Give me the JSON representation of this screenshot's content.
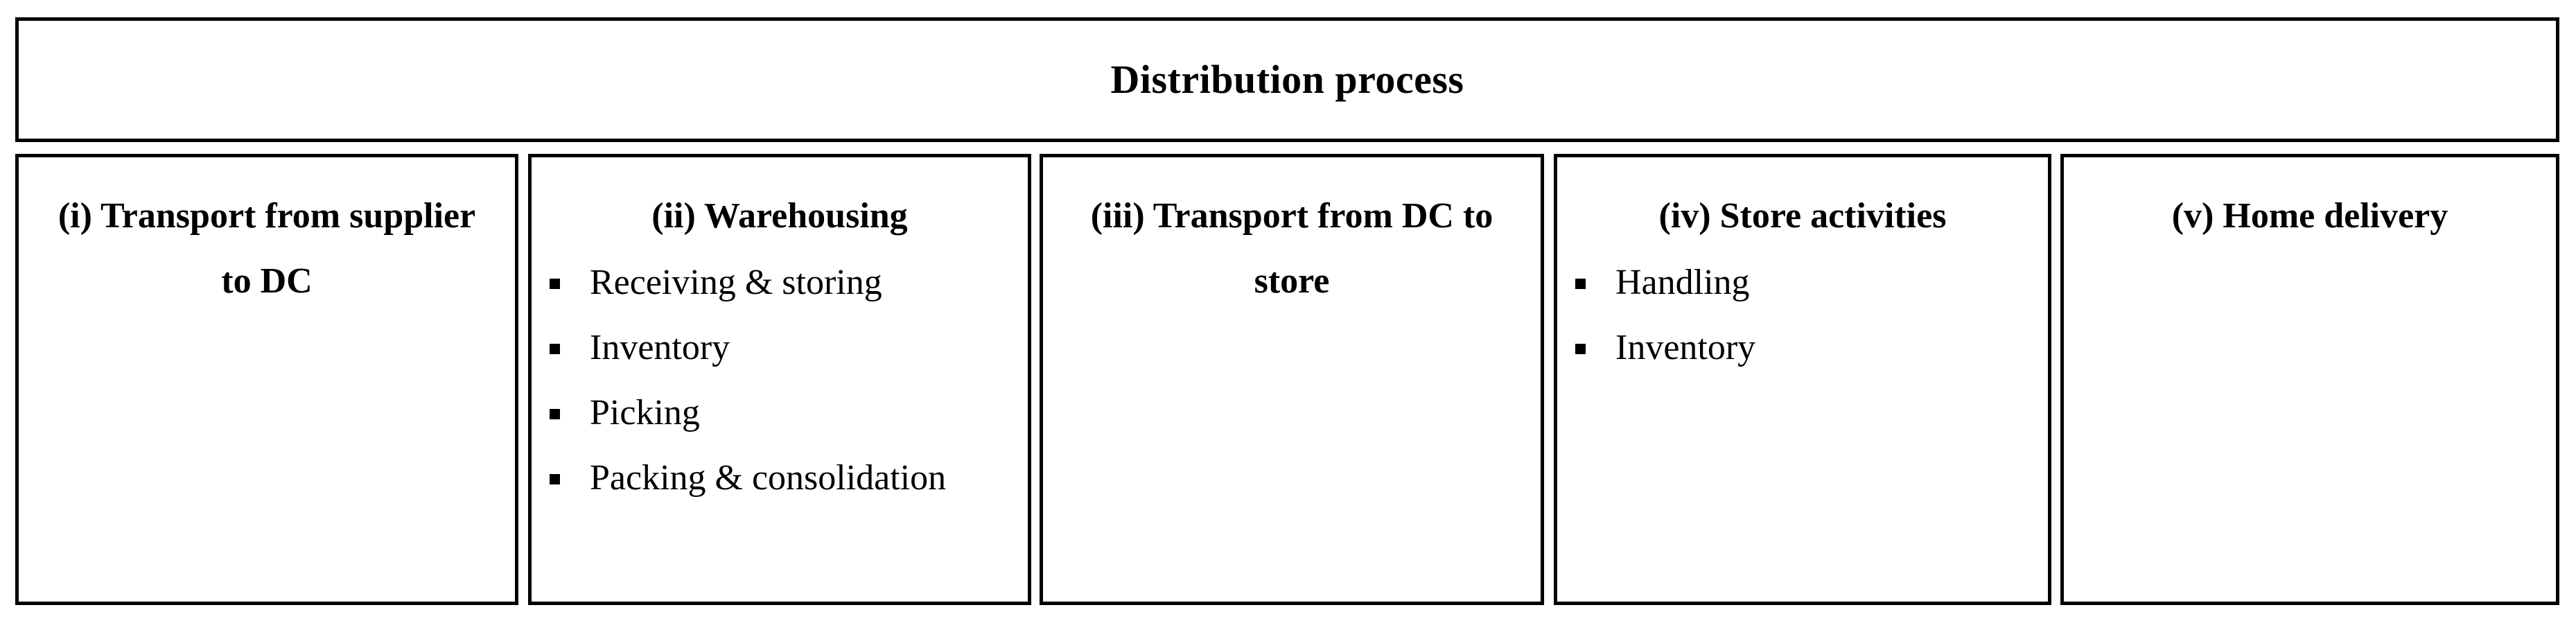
{
  "header": {
    "title": "Distribution process"
  },
  "stages": [
    {
      "id": "transport-supplier-to-dc",
      "title": "(i) Transport from supplier to DC",
      "bullets": []
    },
    {
      "id": "warehousing",
      "title": "(ii) Warehousing",
      "bullets": [
        "Receiving & storing",
        "Inventory",
        "Picking",
        "Packing & consolidation"
      ]
    },
    {
      "id": "transport-dc-to-store",
      "title": "(iii) Transport from DC to store",
      "bullets": []
    },
    {
      "id": "store-activities",
      "title": "(iv) Store activities",
      "bullets": [
        "Handling",
        "Inventory"
      ]
    },
    {
      "id": "home-delivery",
      "title": "(v) Home delivery",
      "bullets": []
    }
  ],
  "style": {
    "border_color": "#000000",
    "background_color": "#ffffff",
    "text_color": "#000000",
    "bullet_marker": "filled-square"
  }
}
